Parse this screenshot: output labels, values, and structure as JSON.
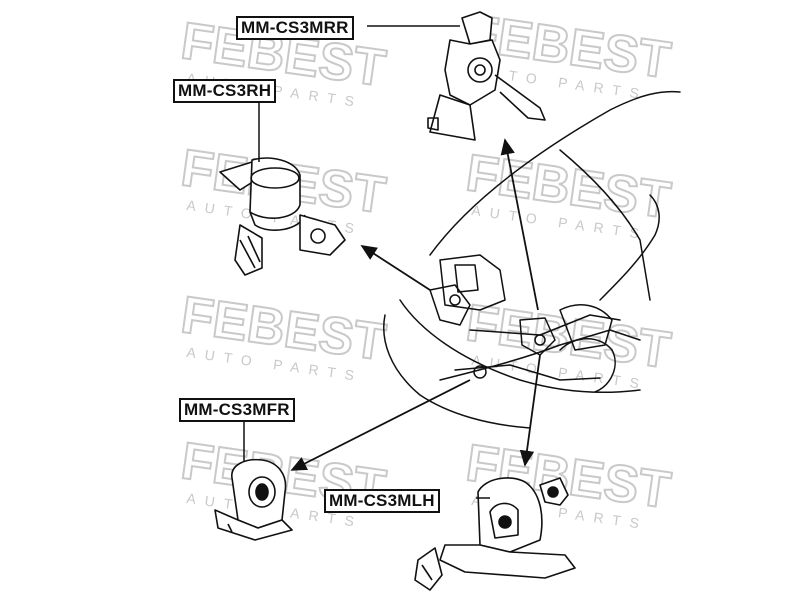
{
  "watermark": {
    "brand": "FEBEST",
    "tagline": "AUTO PARTS",
    "color": "#c9c9c9"
  },
  "parts": [
    {
      "id": "mrr",
      "label": "MM-CS3MRR"
    },
    {
      "id": "rh",
      "label": "MM-CS3RH"
    },
    {
      "id": "mfr",
      "label": "MM-CS3MFR"
    },
    {
      "id": "mlh",
      "label": "MM-CS3MLH"
    }
  ],
  "colors": {
    "line": "#111111",
    "background": "#ffffff"
  }
}
